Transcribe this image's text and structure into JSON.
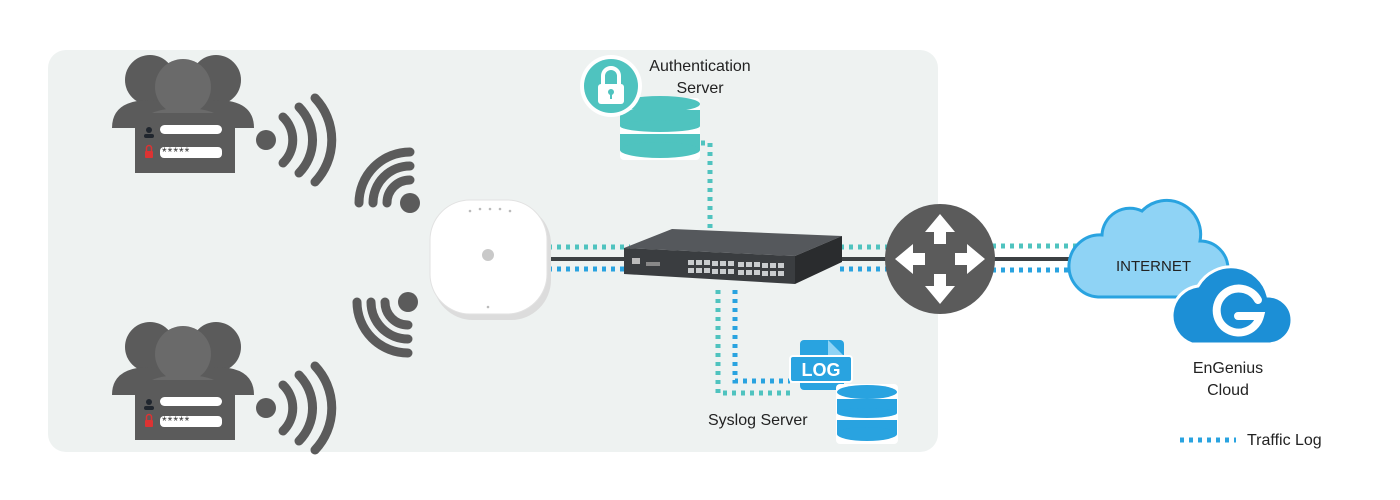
{
  "labels": {
    "auth_server": "Authentication Server",
    "syslog_server": "Syslog Server",
    "internet": "INTERNET",
    "cloud": "EnGenius Cloud",
    "legend": "Traffic Log",
    "log_badge": "LOG",
    "password_mask_top": "*****",
    "password_mask_bottom": "*****"
  },
  "colors": {
    "panel": "#eef2f1",
    "teal": "#4fc3bf",
    "blue": "#29a3e0",
    "gray": "#5b5b5b",
    "cloud_light": "#8fd3f5",
    "engenius_blue": "#1c8fd6"
  }
}
